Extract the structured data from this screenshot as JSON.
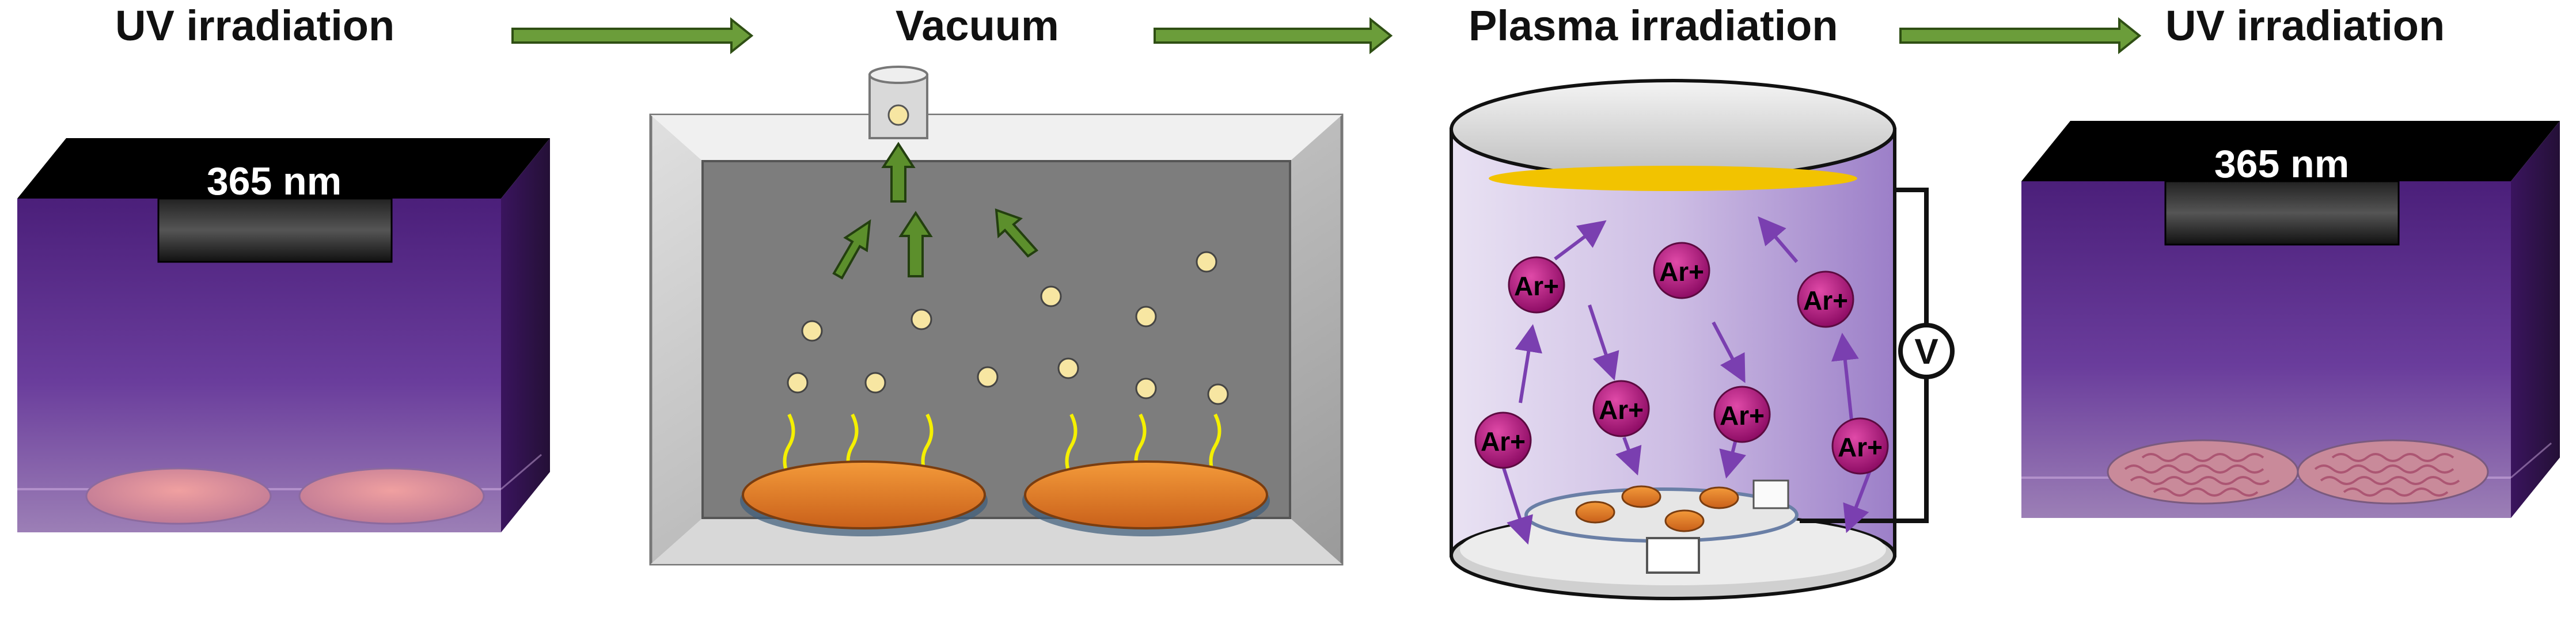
{
  "steps": [
    {
      "title": "UV irradiation"
    },
    {
      "title": "Vacuum"
    },
    {
      "title": "Plasma irradiation"
    },
    {
      "title": "UV irradiation"
    }
  ],
  "uv_box_1": {
    "wavelength_label": "365 nm"
  },
  "uv_box_2": {
    "wavelength_label": "365 nm"
  },
  "plasma": {
    "ion_label": "Ar+",
    "voltmeter_label": "V"
  },
  "colors": {
    "arrow_green": "#5a8f2a",
    "uv_purple": "#6b3fa0",
    "ion_magenta": "#b0177e",
    "substrate_orange": "#e07c1f",
    "molecule_yellow": "#f7e6a2"
  }
}
